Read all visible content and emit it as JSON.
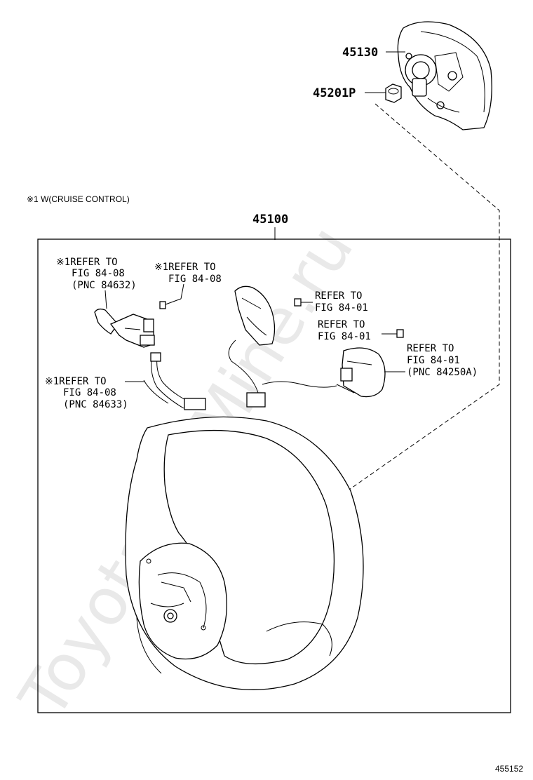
{
  "watermark": "ToyotaCarMine.ru",
  "note": "※1 W(CRUISE CONTROL)",
  "assembly_number": "45100",
  "parts": {
    "airbag_number": "45130",
    "nut_number": "45201P"
  },
  "references": {
    "stalk_lines": [
      "※1REFER TO",
      "FIG 84-08",
      "(PNC 84632)"
    ],
    "stalk_screw_lines": [
      "※1REFER TO",
      "FIG 84-08"
    ],
    "harness_lines": [
      "※1REFER TO",
      "FIG 84-08",
      "(PNC 84633)"
    ],
    "left_switch_lines": [
      "REFER TO",
      "FIG 84-01"
    ],
    "right_screw_lines": [
      "REFER TO",
      "FIG 84-01"
    ],
    "right_switch_lines": [
      "REFER TO",
      "FIG 84-01",
      "(PNC 84250A)"
    ]
  },
  "figure_number": "455152"
}
